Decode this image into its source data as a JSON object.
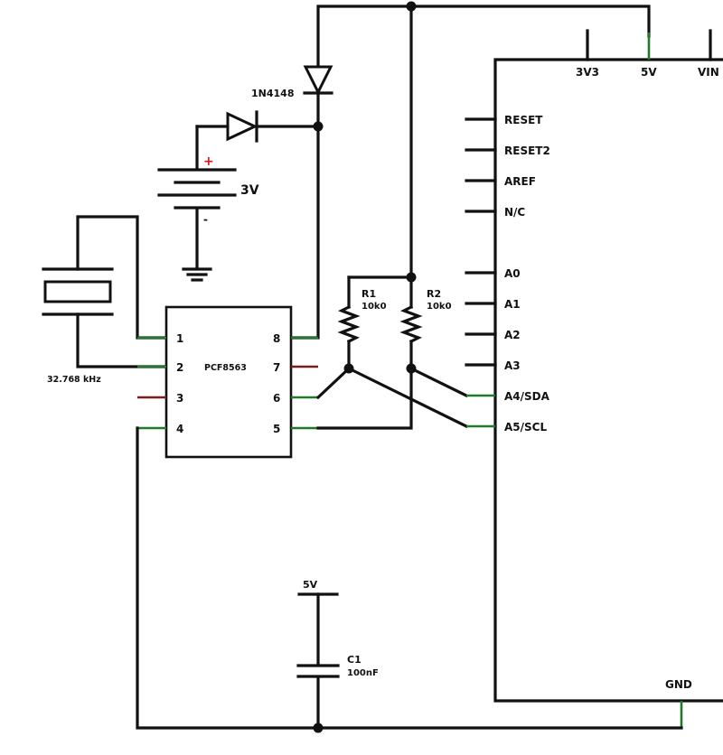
{
  "diode_top": {
    "label": "1N4148"
  },
  "battery": {
    "voltage": "3V",
    "plus": "+",
    "minus": "-"
  },
  "crystal": {
    "frequency": "32.768 kHz"
  },
  "ic": {
    "name": "PCF8563",
    "pins_left": [
      "1",
      "2",
      "3",
      "4"
    ],
    "pins_right": [
      "8",
      "7",
      "6",
      "5"
    ]
  },
  "resistors": [
    {
      "ref": "R1",
      "value": "10k0"
    },
    {
      "ref": "R2",
      "value": "10k0"
    }
  ],
  "arduino": {
    "top_pins": [
      "3V3",
      "5V",
      "VIN"
    ],
    "left_pins": [
      "RESET",
      "RESET2",
      "AREF",
      "N/C",
      "A0",
      "A1",
      "A2",
      "A3",
      "A4/SDA",
      "A5/SCL"
    ],
    "gnd": "GND"
  },
  "capacitor": {
    "ref": "C1",
    "value": "100nF",
    "supply": "5V"
  },
  "colors": {
    "wire": "#111111",
    "pin_stub": "#1f7a2a",
    "unconnected_stub": "#7a1d1d",
    "battery_plus": "#e0141a"
  }
}
